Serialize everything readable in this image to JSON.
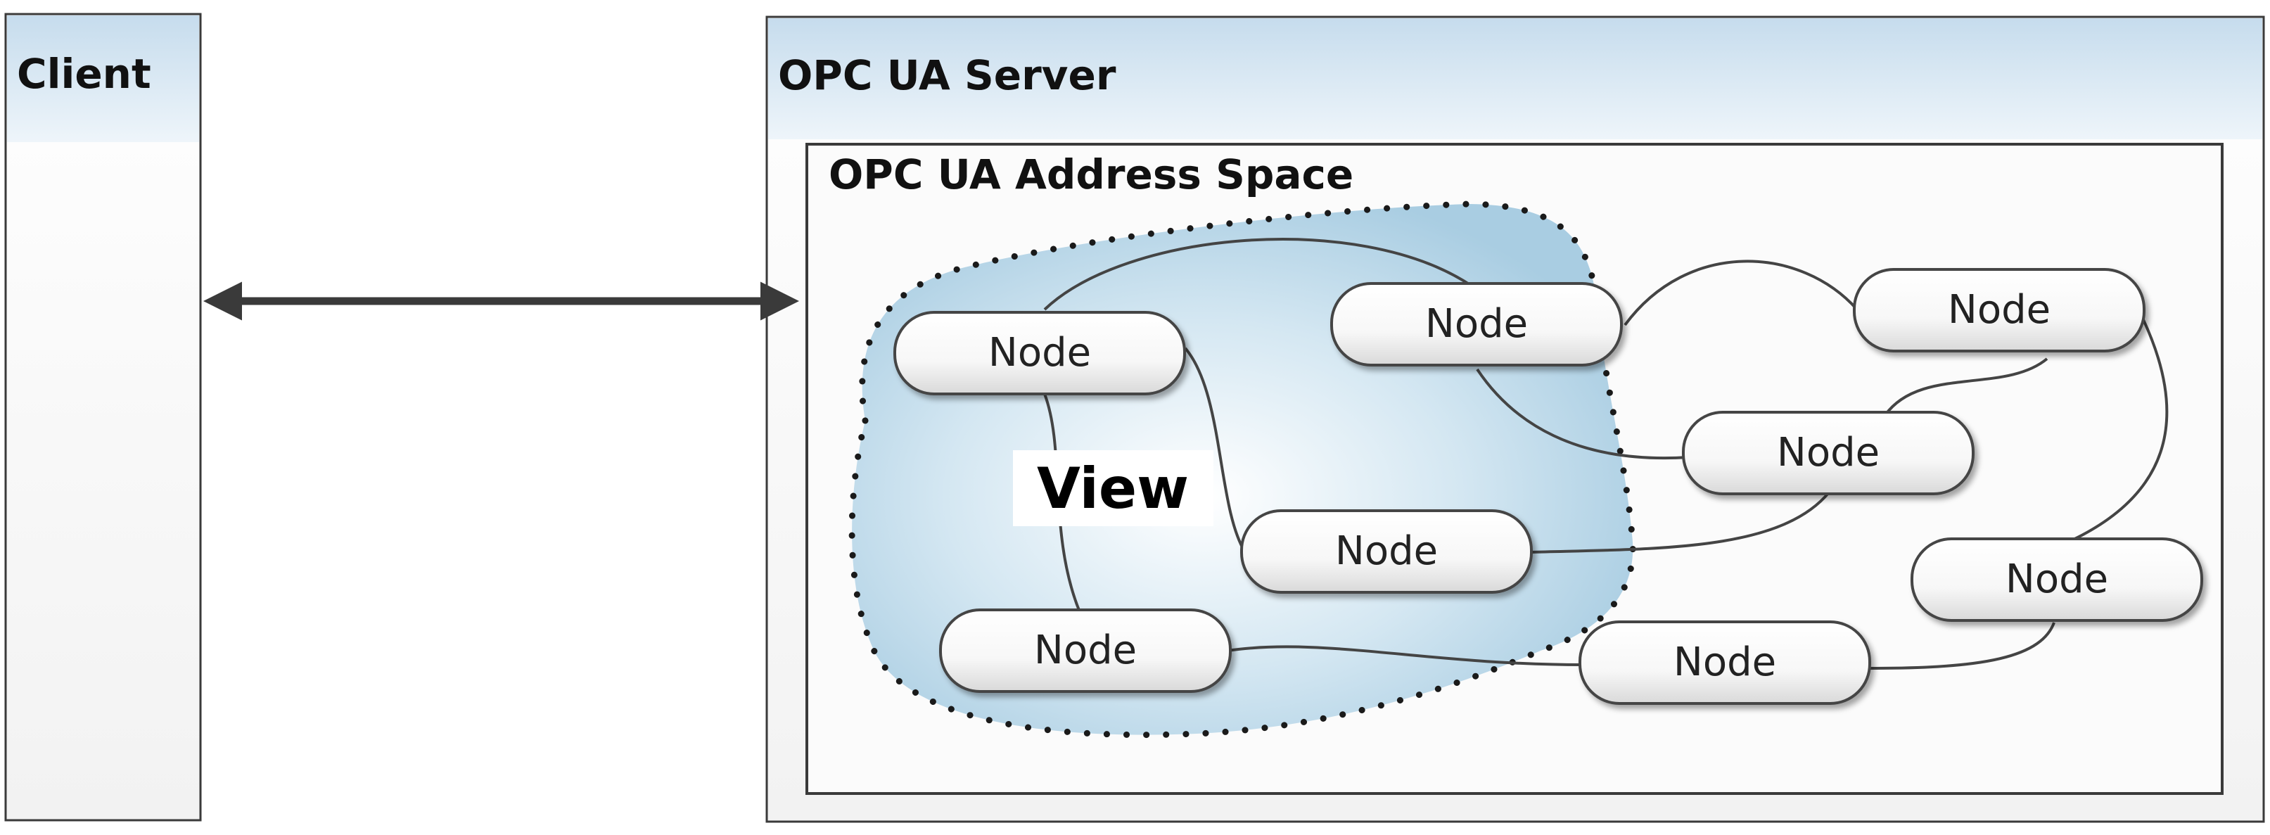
{
  "client": {
    "title": "Client"
  },
  "server": {
    "title": "OPC UA Server"
  },
  "address_space": {
    "title": "OPC UA Address Space"
  },
  "view": {
    "label": "View"
  },
  "nodes": [
    {
      "label": "Node"
    },
    {
      "label": "Node"
    },
    {
      "label": "Node"
    },
    {
      "label": "Node"
    },
    {
      "label": "Node"
    },
    {
      "label": "Node"
    },
    {
      "label": "Node"
    },
    {
      "label": "Node"
    }
  ],
  "colors": {
    "header_top": "#cfe1ee",
    "header_bottom": "#eef5fa",
    "view_fill": "#b8d6e8",
    "node_border": "#444444",
    "connector": "#444444"
  }
}
